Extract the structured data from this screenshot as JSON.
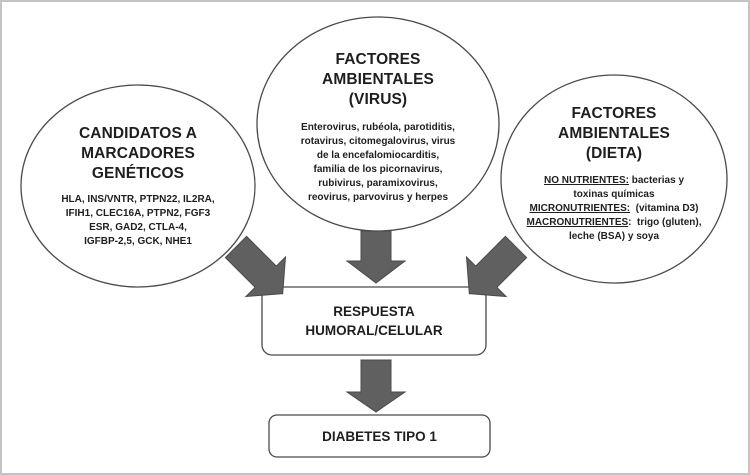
{
  "diagram": {
    "colors": {
      "frame": "#c4c4c4",
      "outline": "#4a4a4a",
      "arrow_fill": "#606060",
      "arrow_stroke": "#4a4a4a",
      "text": "#1e1e1e"
    },
    "nodes": {
      "genetic": {
        "title_lines": [
          "CANDIDATOS A",
          "MARCADORES",
          "GENÉTICOS"
        ],
        "body_lines": [
          "HLA, INS/VNTR, PTPN22, IL2RA,",
          "IFIH1, CLEC16A, PTPN2, FGF3",
          "ESR, GAD2, CTLA-4,",
          "IGFBP-2,5, GCK, NHE1"
        ]
      },
      "virus": {
        "title_lines": [
          "FACTORES",
          "AMBIENTALES",
          "(VIRUS)"
        ],
        "body_lines": [
          "Enterovirus, rubéola, parotiditis,",
          "rotavirus, citomegalovirus, virus",
          "de la encefalomiocarditis,",
          "familia de los picornavirus,",
          "rubivirus, paramixovirus,",
          "reovirus, parvovirus y herpes"
        ]
      },
      "diet": {
        "title_lines": [
          "FACTORES",
          "AMBIENTALES",
          "(DIETA)"
        ],
        "items": [
          {
            "label": "NO NUTRIENTES:",
            "text": " bacterias y"
          },
          {
            "label": "",
            "text": "toxinas químicas"
          },
          {
            "label": "MICRONUTRIENTES:",
            "text": "  (vitamina D3)"
          },
          {
            "label": "MACRONUTRIENTES",
            "text": ":  trigo (gluten),"
          },
          {
            "label": "",
            "text": "leche (BSA) y soya"
          }
        ]
      },
      "response": {
        "lines": [
          "RESPUESTA",
          "HUMORAL/CELULAR"
        ]
      },
      "outcome": {
        "label": "DIABETES TIPO 1"
      }
    },
    "edges": [
      {
        "from": "genetic",
        "to": "response"
      },
      {
        "from": "virus",
        "to": "response"
      },
      {
        "from": "diet",
        "to": "response"
      },
      {
        "from": "response",
        "to": "outcome"
      }
    ]
  }
}
